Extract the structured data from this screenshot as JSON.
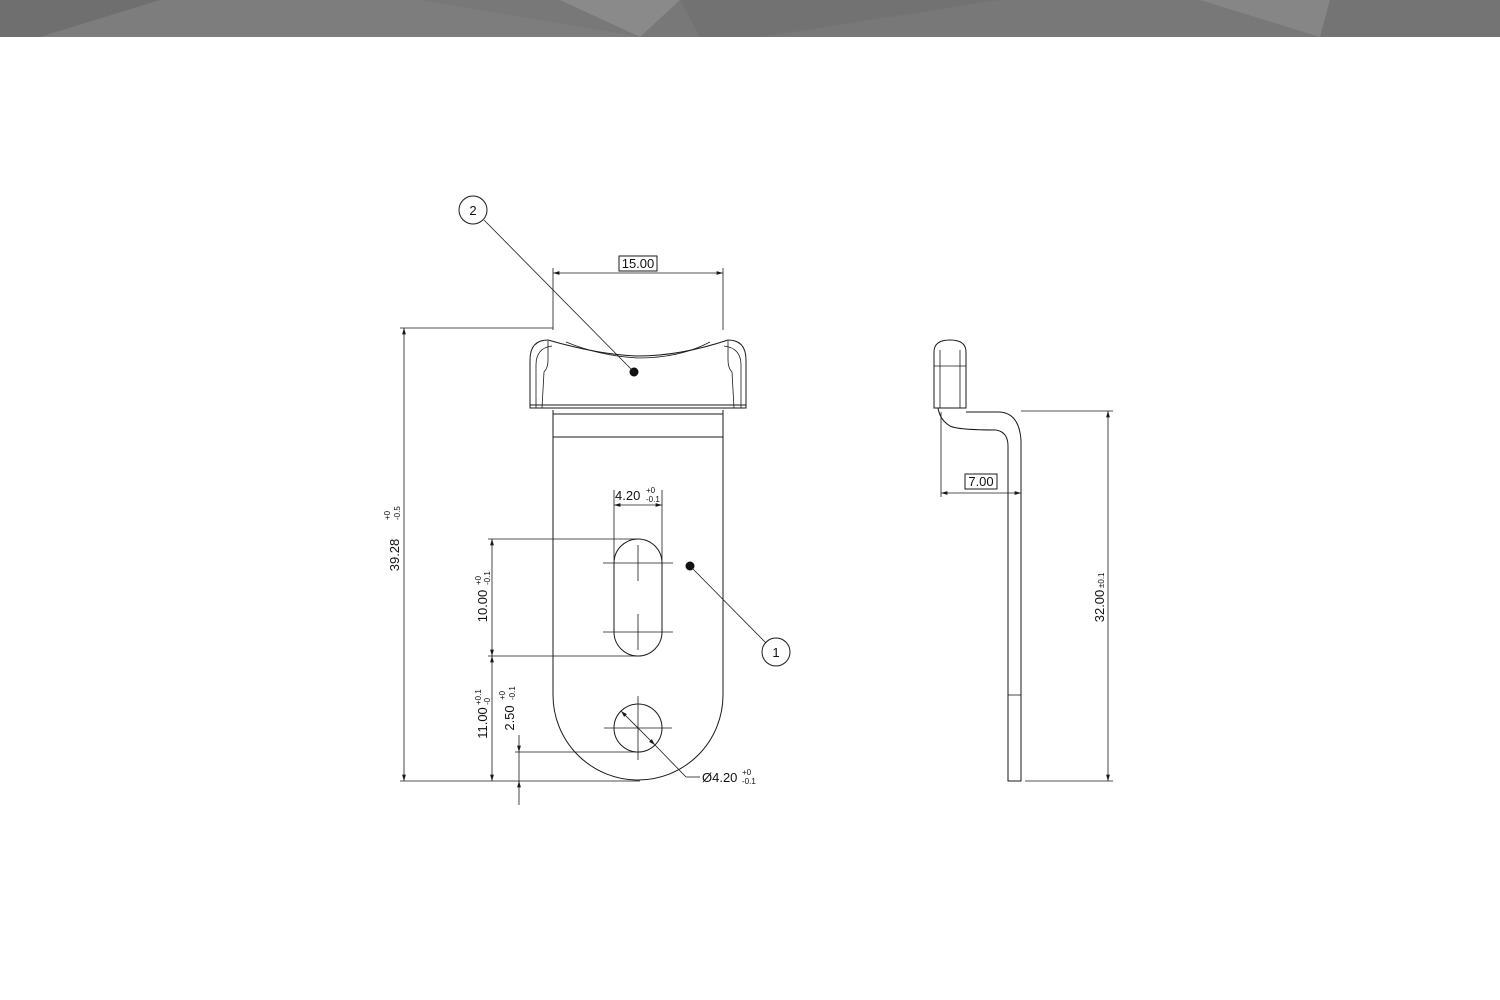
{
  "dimensions": {
    "width_top": "15.00",
    "total_height": "39.28",
    "total_height_tol_upper": "+0",
    "total_height_tol_lower": "-0.5",
    "slot_width": "4.20",
    "slot_width_tol_upper": "+0",
    "slot_width_tol_lower": "-0.1",
    "slot_length": "10.00",
    "slot_length_tol_upper": "+0",
    "slot_length_tol_lower": "-0.1",
    "slot_bottom_offset": "11.00",
    "slot_bottom_offset_tol_upper": "+0.1",
    "slot_bottom_offset_tol_lower": "-0",
    "hole_offset": "2.50",
    "hole_offset_tol_upper": "+0",
    "hole_offset_tol_lower": "-0.1",
    "hole_diameter": "Ø4.20",
    "hole_diameter_tol_upper": "+0",
    "hole_diameter_tol_lower": "-0.1",
    "side_offset": "7.00",
    "side_height": "32.00",
    "side_height_tol": "±0.1"
  },
  "balloons": {
    "part_1": "1",
    "part_2": "2"
  },
  "colors": {
    "banner": "#787878",
    "line": "#1a1a1a"
  }
}
